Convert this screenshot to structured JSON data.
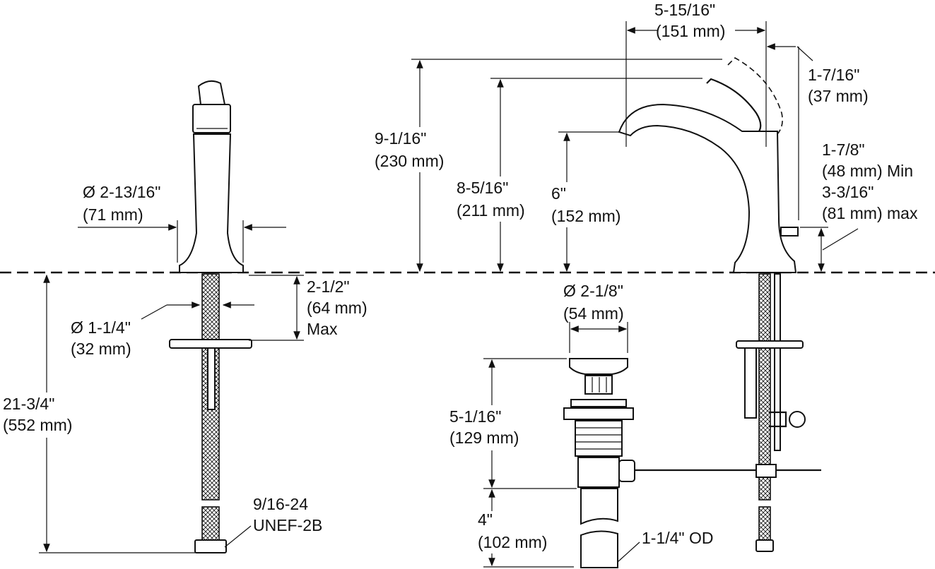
{
  "dimensions": {
    "spout_reach": [
      "5-15/16\"",
      "(151 mm)"
    ],
    "handle_travel": [
      "1-7/16\"",
      "(37 mm)"
    ],
    "overall_height": [
      "9-1/16\"",
      "(230 mm)"
    ],
    "handle_height": [
      "8-5/16\"",
      "(211 mm)"
    ],
    "spout_height": [
      "6\"",
      "(152 mm)"
    ],
    "popup_clearance": [
      "1-7/8\"",
      "(48 mm) Min",
      "3-3/16\"",
      "(81 mm) max"
    ],
    "base_diameter": [
      "Ø 2-13/16\"",
      "(71 mm)"
    ],
    "max_deck": [
      "2-1/2\"",
      "(64 mm)",
      "Max"
    ],
    "shank_diameter": [
      "Ø 1-1/4\"",
      "(32 mm)"
    ],
    "supply_length": [
      "21-3/4\"",
      "(552 mm)"
    ],
    "thread": [
      "9/16-24",
      "UNEF-2B"
    ],
    "drain_diameter": [
      "Ø 2-1/8\"",
      "(54 mm)"
    ],
    "drain_height": [
      "5-1/16\"",
      "(129 mm)"
    ],
    "tailpiece_length": [
      "4\"",
      "(102 mm)"
    ],
    "tailpiece_od": [
      "1-1/4\" OD"
    ]
  }
}
